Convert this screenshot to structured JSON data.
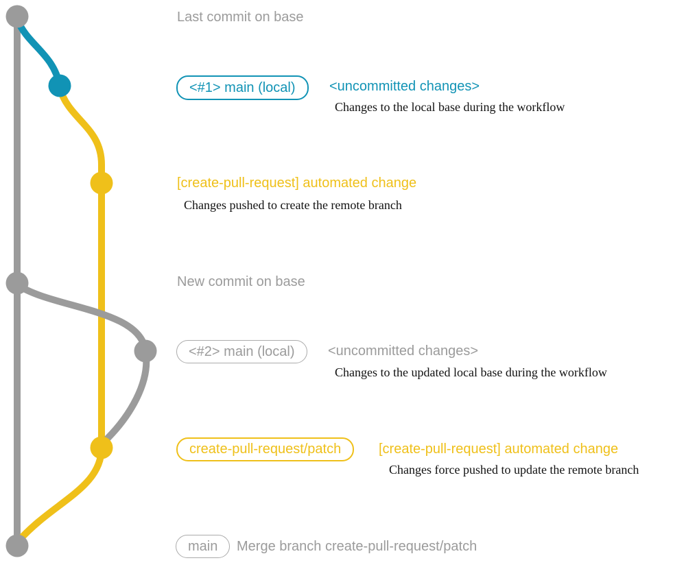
{
  "colors": {
    "gray": "#9B9B9B",
    "blue": "#1193B5",
    "yellow": "#EFC01A",
    "badge_gray_border": "#ABABAB",
    "text_dark": "#111111",
    "bg": "#FFFFFF"
  },
  "graph": {
    "commits": [
      "last-commit-on-base",
      "local-main-1",
      "create-pull-request-push",
      "new-commit-on-base",
      "local-main-2",
      "create-pull-request-force-push",
      "merge-commit"
    ]
  },
  "rows": {
    "last_commit": {
      "text": "Last commit on base"
    },
    "commit1": {
      "badge": "<#1> main (local)",
      "title": "<uncommitted changes>",
      "desc": "Changes to the local base during the workflow"
    },
    "push1": {
      "title": "[create-pull-request] automated change",
      "desc": "Changes pushed to create the remote branch"
    },
    "new_commit": {
      "text": "New commit on base"
    },
    "commit2": {
      "badge": "<#2> main (local)",
      "title": "<uncommitted changes>",
      "desc": "Changes to the updated local base during the workflow"
    },
    "push2": {
      "badge": "create-pull-request/patch",
      "title": "[create-pull-request] automated change",
      "desc": "Changes force pushed to update the remote branch"
    },
    "merge": {
      "badge": "main",
      "title": "Merge branch create-pull-request/patch"
    }
  }
}
